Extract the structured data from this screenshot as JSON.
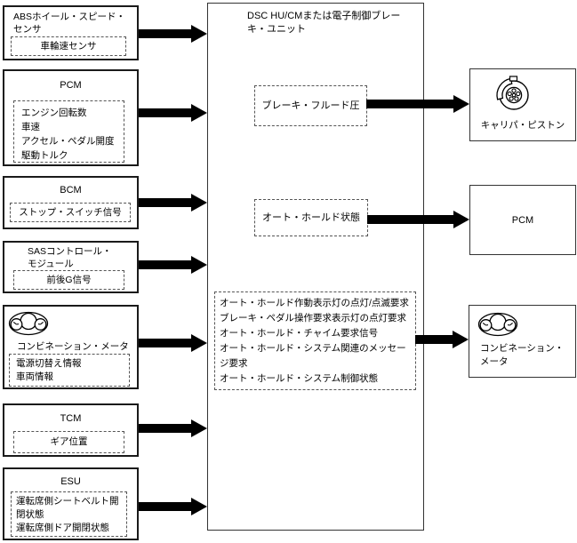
{
  "colors": {
    "ink": "#000000",
    "background": "#ffffff"
  },
  "left_modules": [
    {
      "title": "ABSホイール・スピード・センサ",
      "signals": [
        "車輪速センサ"
      ]
    },
    {
      "title": "PCM",
      "signals": [
        "エンジン回転数",
        "車速",
        "アクセル・ペダル開度",
        "駆動トルク"
      ]
    },
    {
      "title": "BCM",
      "signals": [
        "ストップ・スイッチ信号"
      ]
    },
    {
      "title": "SASコントロール・モジュール",
      "signals": [
        "前後G信号"
      ]
    },
    {
      "title": "コンビネーション・メータ",
      "icon": "combination-meter",
      "signals": [
        "電源切替え情報",
        "車両情報"
      ]
    },
    {
      "title": "TCM",
      "signals": [
        "ギア位置"
      ]
    },
    {
      "title": "ESU",
      "signals": [
        "運転席側シートベルト開閉状態",
        "運転席側ドア開閉状態"
      ]
    }
  ],
  "center_unit": {
    "title": "DSC HU/CMまたは電子制御ブレーキ・ユニット",
    "brake_fluid_output": "ブレーキ・フルード圧",
    "auto_hold_output": "オート・ホールド状態",
    "meter_signals": [
      "オート・ホールド作動表示灯の点灯/点滅要求",
      "ブレーキ・ペダル操作要求表示灯の点灯要求",
      "オート・ホールド・チャイム要求信号",
      "オート・ホールド・システム関連のメッセージ要求",
      "オート・ホールド・システム制御状態"
    ]
  },
  "right_modules": [
    {
      "label": "キャリパ・ピストン",
      "icon": "brake-caliper"
    },
    {
      "label": "PCM"
    },
    {
      "label": "コンビネーション・メータ",
      "icon": "combination-meter"
    }
  ]
}
